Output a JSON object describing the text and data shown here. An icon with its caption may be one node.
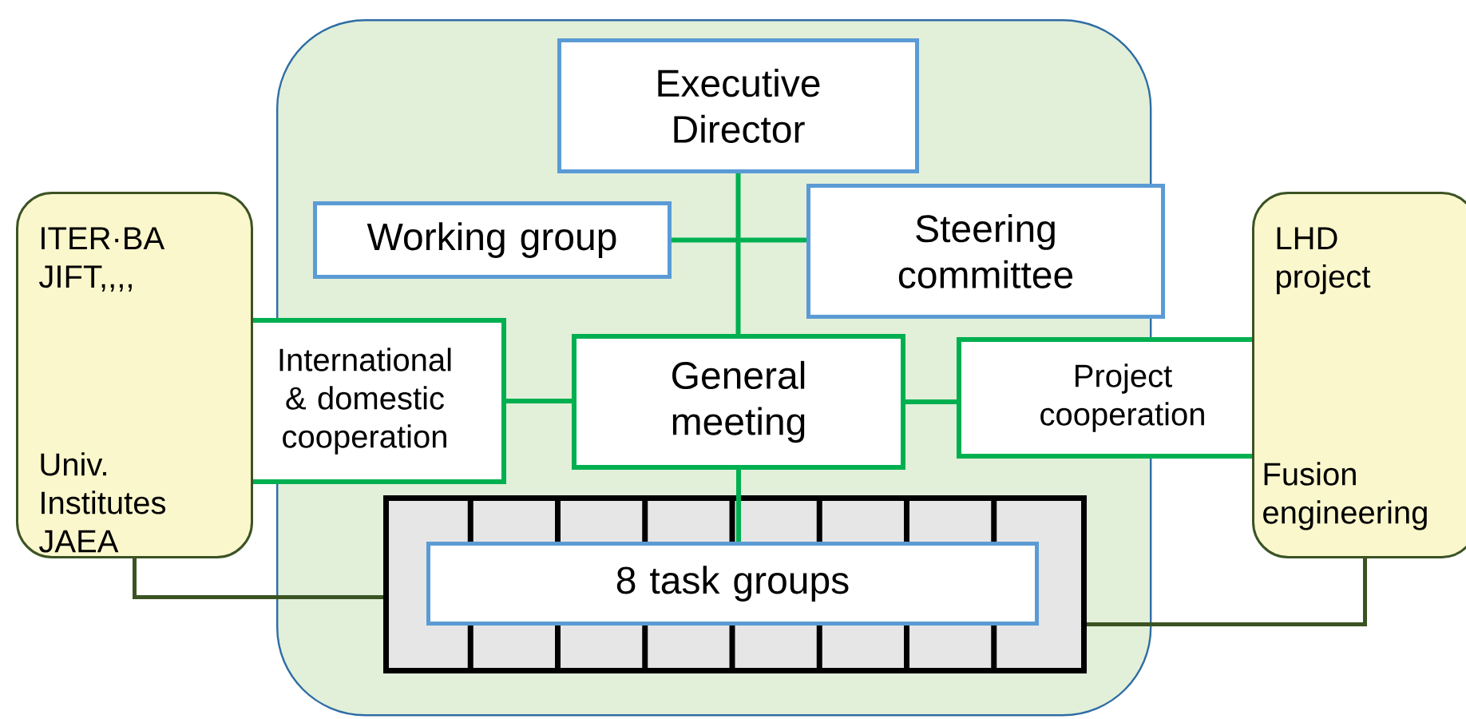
{
  "diagram": {
    "nodes": [
      {
        "text": [],
        "shape": "box"
      },
      {
        "text": [
          "Executive Director"
        ],
        "in": 0
      },
      {
        "text": [
          "Working group"
        ],
        "in": 0
      },
      {
        "text": [
          "Steering committee"
        ],
        "in": 0
      },
      {
        "text": [
          "International & domestic cooperation"
        ]
      },
      {
        "text": [
          "General meeting"
        ],
        "in": 0
      },
      {
        "text": [
          "Project cooperation"
        ]
      },
      {
        "text": [],
        "shape": "box",
        "in": 0
      },
      {
        "text": [
          "8 task groups"
        ],
        "in": 7
      },
      {
        "text": [
          "ITER·BA JIFT,,,,",
          "Univ. Institutes JAEA"
        ]
      },
      {
        "text": [
          "LHD project",
          "Fusion engineering"
        ]
      }
    ],
    "edges": [
      {
        "from": 1,
        "to": 5,
        "arrow": "none"
      },
      {
        "from": 2,
        "to": 3,
        "arrow": "none"
      },
      {
        "from": 4,
        "to": 5,
        "arrow": "none"
      },
      {
        "from": 5,
        "to": 6,
        "arrow": "none"
      },
      {
        "from": 5,
        "to": 8,
        "arrow": "none"
      },
      {
        "from": 9,
        "to": 7,
        "arrow": "none",
        "color": "#3b5323"
      },
      {
        "from": 10,
        "to": 7,
        "arrow": "none",
        "color": "#3b5323"
      }
    ]
  }
}
